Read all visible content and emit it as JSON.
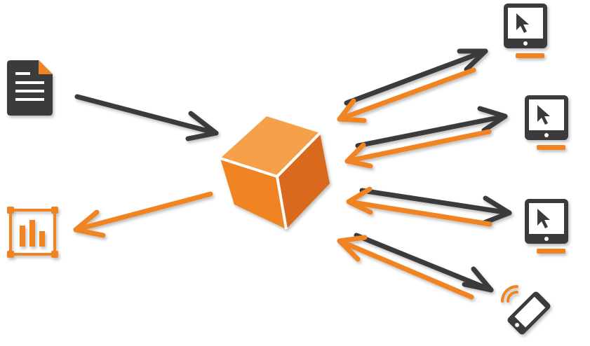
{
  "colors": {
    "orange": "#F08321",
    "orange_light": "#F6A04A",
    "orange_dark": "#D9691A",
    "dark": "#3A3B3D",
    "screen": "#FFFFFF"
  },
  "nodes": {
    "source": {
      "icon": "document-icon"
    },
    "hub": {
      "icon": "cube-icon"
    },
    "output": {
      "icon": "bar-chart-icon"
    },
    "clients": [
      {
        "icon": "monitor-icon"
      },
      {
        "icon": "monitor-icon"
      },
      {
        "icon": "monitor-icon"
      },
      {
        "icon": "smartphone-icon"
      }
    ]
  },
  "flows": [
    {
      "from": "source",
      "to": "hub",
      "color": "dark"
    },
    {
      "from": "hub",
      "to": "output",
      "color": "orange"
    },
    {
      "from": "hub",
      "to": "client-1",
      "color": "dark"
    },
    {
      "from": "client-1",
      "to": "hub",
      "color": "orange"
    },
    {
      "from": "hub",
      "to": "client-2",
      "color": "dark"
    },
    {
      "from": "client-2",
      "to": "hub",
      "color": "orange"
    },
    {
      "from": "hub",
      "to": "client-3",
      "color": "dark"
    },
    {
      "from": "client-3",
      "to": "hub",
      "color": "orange"
    },
    {
      "from": "hub",
      "to": "client-4",
      "color": "dark"
    },
    {
      "from": "client-4",
      "to": "hub",
      "color": "orange"
    }
  ]
}
